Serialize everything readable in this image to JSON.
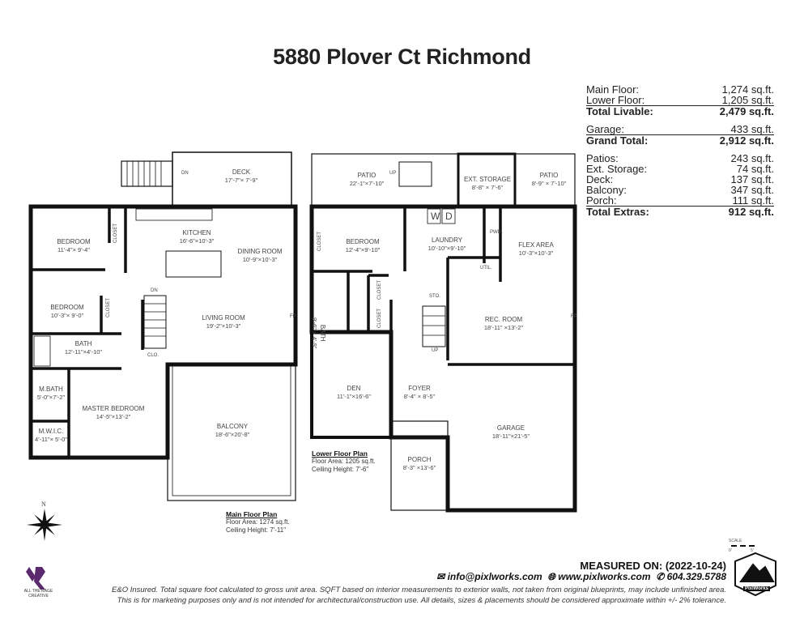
{
  "title": "5880 Plover Ct Richmond",
  "stats": {
    "main_floor": {
      "label": "Main Floor:",
      "value": "1,274 sq.ft."
    },
    "lower_floor": {
      "label": "Lower Floor:",
      "value": "1,205 sq.ft."
    },
    "total_livable": {
      "label": "Total Livable:",
      "value": "2,479 sq.ft."
    },
    "garage": {
      "label": "Garage:",
      "value": "433 sq.ft."
    },
    "grand_total": {
      "label": "Grand Total:",
      "value": "2,912 sq.ft."
    },
    "patios": {
      "label": "Patios:",
      "value": "243 sq.ft."
    },
    "ext_storage": {
      "label": "Ext. Storage:",
      "value": "74 sq.ft."
    },
    "deck": {
      "label": "Deck:",
      "value": "137 sq.ft."
    },
    "balcony": {
      "label": "Balcony:",
      "value": "347 sq.ft."
    },
    "porch": {
      "label": "Porch:",
      "value": "111 sq.ft."
    },
    "total_extras": {
      "label": "Total Extras:",
      "value": "912 sq.ft."
    }
  },
  "main_floor": {
    "heading": "Main Floor Plan",
    "area": "Floor Area: 1274 sq.ft.",
    "ceiling": "Ceiling Height: 7'-11\"",
    "rooms": [
      {
        "name": "DECK",
        "dims": "17'-7\"× 7'-9\""
      },
      {
        "name": "KITCHEN",
        "dims": "16'-6\"×10'-3\""
      },
      {
        "name": "DINING ROOM",
        "dims": "10'-9\"×10'-3\""
      },
      {
        "name": "BEDROOM",
        "dims": "11'-4\"× 9'-4\""
      },
      {
        "name": "BEDROOM",
        "dims": "10'-3\"× 9'-0\""
      },
      {
        "name": "LIVING ROOM",
        "dims": "19'-2\"×10'-3\""
      },
      {
        "name": "BATH",
        "dims": "12'-11\"×4'-10\""
      },
      {
        "name": "M.BATH",
        "dims": "5'-0\"×7'-2\""
      },
      {
        "name": "MASTER BEDROOM",
        "dims": "14'-5\"×13'-2\""
      },
      {
        "name": "M.W.I.C.",
        "dims": "4'-11\"× 5'-0\""
      },
      {
        "name": "BALCONY",
        "dims": "18'-6\"×20'-8\""
      }
    ],
    "small": {
      "closet": "CLOSET",
      "clo": "CLO.",
      "dn": "DN",
      "fp": "FP"
    }
  },
  "lower_floor": {
    "heading": "Lower Floor Plan",
    "area": "Floor Area: 1205 sq.ft.",
    "ceiling": "Ceiling Height: 7'-6\"",
    "rooms": [
      {
        "name": "PATIO",
        "dims": "22'-1\"×7'-10\""
      },
      {
        "name": "EXT. STORAGE",
        "dims": "8'-8\" × 7'-6\""
      },
      {
        "name": "PATIO",
        "dims": "8'-9\" × 7'-10\""
      },
      {
        "name": "BEDROOM",
        "dims": "12'-4\"×9'-10\""
      },
      {
        "name": "LAUNDRY",
        "dims": "10'-10\"×9'-10\""
      },
      {
        "name": "FLEX AREA",
        "dims": "10'-3\"×10'-3\""
      },
      {
        "name": "REC. ROOM",
        "dims": "18'-11\" ×13'-2\""
      },
      {
        "name": "DEN",
        "dims": "11'-1\"×16'-6\""
      },
      {
        "name": "FOYER",
        "dims": "8'-4\" × 8'-5\""
      },
      {
        "name": "PORCH",
        "dims": "8'-3\" ×13'-6\""
      },
      {
        "name": "GARAGE",
        "dims": "18'-11\"×21'-5\""
      },
      {
        "name": "BATH",
        "dims": "9'-6\" × 4'-9\""
      }
    ],
    "small": {
      "closet": "CLOSET",
      "pwd": "PWD.",
      "util": "UTIL.",
      "sto": "STO.",
      "up": "UP",
      "fp": "FP",
      "w": "W",
      "d": "D"
    }
  },
  "compass": "N",
  "scale": {
    "label": "SCALE",
    "start": "0'",
    "end": "5'"
  },
  "footer": {
    "measured": "MEASURED ON: (2022-10-24)",
    "email": "info@pixlworks.com",
    "web": "www.pixlworks.com",
    "phone": "604.329.5788",
    "disclaimer1": "E&O Insured.  Total square foot calculated to gross unit area. SQFT based on interior measurements to exterior walls, not taken from original blueprints, may include unfinished area.",
    "disclaimer2": "This is for marketing purposes only and is not intended for architectural/construction use.  All details, sizes & placements should be considered approximate within +/- 2%  tolerance."
  },
  "logos": {
    "left": "ALL THE RAGE",
    "left_sub": "CREATIVE",
    "right": "PixlWorks"
  }
}
